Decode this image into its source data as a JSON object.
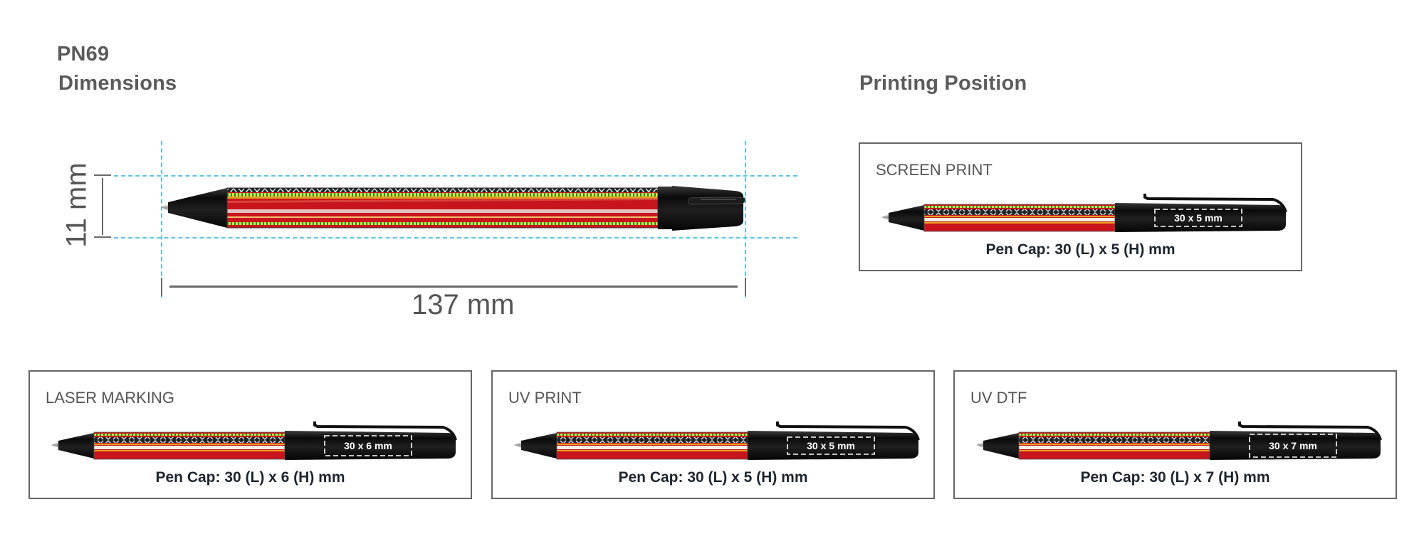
{
  "header": {
    "product_code": "PN69",
    "dimensions_title": "Dimensions",
    "printing_title": "Printing Position"
  },
  "dimensions": {
    "height_label": "11 mm",
    "length_label": "137 mm",
    "guide_color": "#5cc3e4"
  },
  "printing_positions": [
    {
      "method": "SCREEN PRINT",
      "imprint_area": "30 x 5 mm",
      "caption": "Pen Cap: 30 (L) x 5 (H) mm"
    },
    {
      "method": "LASER MARKING",
      "imprint_area": "30 x 6 mm",
      "caption": "Pen Cap: 30 (L) x 6 (H) mm"
    },
    {
      "method": "UV PRINT",
      "imprint_area": "30 x 5 mm",
      "caption": "Pen Cap: 30 (L) x 5 (H) mm"
    },
    {
      "method": "UV DTF",
      "imprint_area": "30 x 7 mm",
      "caption": "Pen Cap: 30 (L) x 7 (H) mm"
    }
  ],
  "colors": {
    "barrel_red": "#c8141c",
    "pen_black": "#111111",
    "text_gray": "#5b5b5b",
    "caption_dark": "#1d2530"
  }
}
